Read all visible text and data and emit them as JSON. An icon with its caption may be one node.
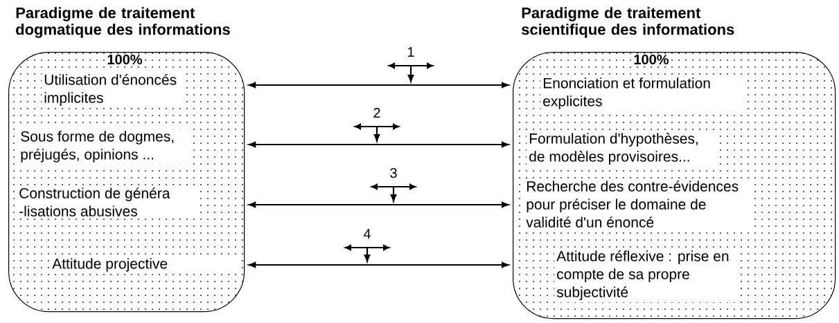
{
  "diagram": {
    "nodes": [
      {
        "text": [
          "Paradigme de traitement dogmatique des informations",
          "100%"
        ]
      },
      {
        "text": [
          "Utilisation d'énoncés implicites"
        ],
        "in": 0
      },
      {
        "text": [
          "Sous forme de dogmes, préjugés, opinions ..."
        ],
        "in": 0
      },
      {
        "text": [
          "Construction de généra -lisations abusives"
        ],
        "in": 0
      },
      {
        "text": [
          "Attitude projective"
        ],
        "in": 0
      },
      {
        "text": [
          "Paradigme de traitement scientifique des informations",
          "100%"
        ]
      },
      {
        "text": [
          "Enonciation et formulation explicites"
        ],
        "in": 5
      },
      {
        "text": [
          "Formulation d'hypothèses, de modèles provisoires..."
        ],
        "in": 5
      },
      {
        "text": [
          "Recherche des contre-évidences pour préciser le domaine de validité d'un énoncé"
        ],
        "in": 5
      },
      {
        "text": [
          "Attitude réflexive : prise en compte de sa propre subjectivité"
        ],
        "in": 5
      }
    ],
    "edges": [
      {
        "from": 0,
        "to": 5,
        "arrow": "both",
        "label": "1"
      },
      {
        "from": 0,
        "to": 5,
        "arrow": "both",
        "label": "2"
      },
      {
        "from": 0,
        "to": 5,
        "arrow": "both",
        "label": "3"
      },
      {
        "from": 0,
        "to": 5,
        "arrow": "both",
        "label": "4"
      }
    ]
  }
}
